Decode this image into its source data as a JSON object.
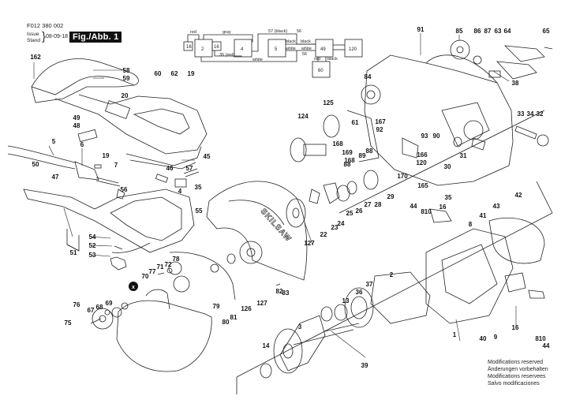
{
  "header": {
    "doc_number": "F012 380 002",
    "issue_label_1": "Issue",
    "issue_label_2": "Stand",
    "issue_date": "08-09-18",
    "figure_title": "Fig./Abb. 1"
  },
  "wiring": {
    "blocks": [
      "16",
      "2",
      "16",
      "4",
      "5",
      "49",
      "120",
      "60"
    ],
    "wire_labels": [
      "red",
      "gray",
      "57 (black)",
      "56",
      "black",
      "black",
      "white",
      "white",
      "56",
      "35 (red)",
      "white",
      "red",
      "black"
    ]
  },
  "brand_marking": "SKILSAW",
  "callout_marker": "x",
  "part_labels": [
    {
      "id": "91"
    },
    {
      "id": "85"
    },
    {
      "id": "86"
    },
    {
      "id": "87"
    },
    {
      "id": "63"
    },
    {
      "id": "64"
    },
    {
      "id": "65"
    },
    {
      "id": "84"
    },
    {
      "id": "38"
    },
    {
      "id": "162"
    },
    {
      "id": "58"
    },
    {
      "id": "59"
    },
    {
      "id": "60"
    },
    {
      "id": "62"
    },
    {
      "id": "19"
    },
    {
      "id": "20"
    },
    {
      "id": "49"
    },
    {
      "id": "48"
    },
    {
      "id": "5"
    },
    {
      "id": "6"
    },
    {
      "id": "19"
    },
    {
      "id": "7"
    },
    {
      "id": "45"
    },
    {
      "id": "50"
    },
    {
      "id": "47"
    },
    {
      "id": "56"
    },
    {
      "id": "46"
    },
    {
      "id": "57"
    },
    {
      "id": "4"
    },
    {
      "id": "35"
    },
    {
      "id": "55"
    },
    {
      "id": "51"
    },
    {
      "id": "54"
    },
    {
      "id": "52"
    },
    {
      "id": "53"
    },
    {
      "id": "125"
    },
    {
      "id": "124"
    },
    {
      "id": "61"
    },
    {
      "id": "167"
    },
    {
      "id": "92"
    },
    {
      "id": "93"
    },
    {
      "id": "90"
    },
    {
      "id": "168"
    },
    {
      "id": "88"
    },
    {
      "id": "89"
    },
    {
      "id": "88"
    },
    {
      "id": "169"
    },
    {
      "id": "168"
    },
    {
      "id": "166"
    },
    {
      "id": "120"
    },
    {
      "id": "170"
    },
    {
      "id": "165"
    },
    {
      "id": "30"
    },
    {
      "id": "31"
    },
    {
      "id": "33"
    },
    {
      "id": "34"
    },
    {
      "id": "32"
    },
    {
      "id": "29"
    },
    {
      "id": "28"
    },
    {
      "id": "27"
    },
    {
      "id": "26"
    },
    {
      "id": "25"
    },
    {
      "id": "24"
    },
    {
      "id": "23"
    },
    {
      "id": "22"
    },
    {
      "id": "127"
    },
    {
      "id": "42"
    },
    {
      "id": "43"
    },
    {
      "id": "41"
    },
    {
      "id": "8"
    },
    {
      "id": "35"
    },
    {
      "id": "16"
    },
    {
      "id": "810"
    },
    {
      "id": "44"
    },
    {
      "id": "78"
    },
    {
      "id": "72"
    },
    {
      "id": "71"
    },
    {
      "id": "77"
    },
    {
      "id": "70"
    },
    {
      "id": "69"
    },
    {
      "id": "68"
    },
    {
      "id": "67"
    },
    {
      "id": "76"
    },
    {
      "id": "75"
    },
    {
      "id": "79"
    },
    {
      "id": "80"
    },
    {
      "id": "81"
    },
    {
      "id": "126"
    },
    {
      "id": "127"
    },
    {
      "id": "82"
    },
    {
      "id": "83"
    },
    {
      "id": "2"
    },
    {
      "id": "37"
    },
    {
      "id": "36"
    },
    {
      "id": "13"
    },
    {
      "id": "3"
    },
    {
      "id": "14"
    },
    {
      "id": "39"
    },
    {
      "id": "1"
    },
    {
      "id": "40"
    },
    {
      "id": "9"
    },
    {
      "id": "16"
    },
    {
      "id": "810"
    },
    {
      "id": "44"
    }
  ],
  "footer_notes": [
    "Modifications reserved",
    "Änderungen vorbehalten",
    "Modifications reservees",
    "Salvo modificaciones"
  ]
}
